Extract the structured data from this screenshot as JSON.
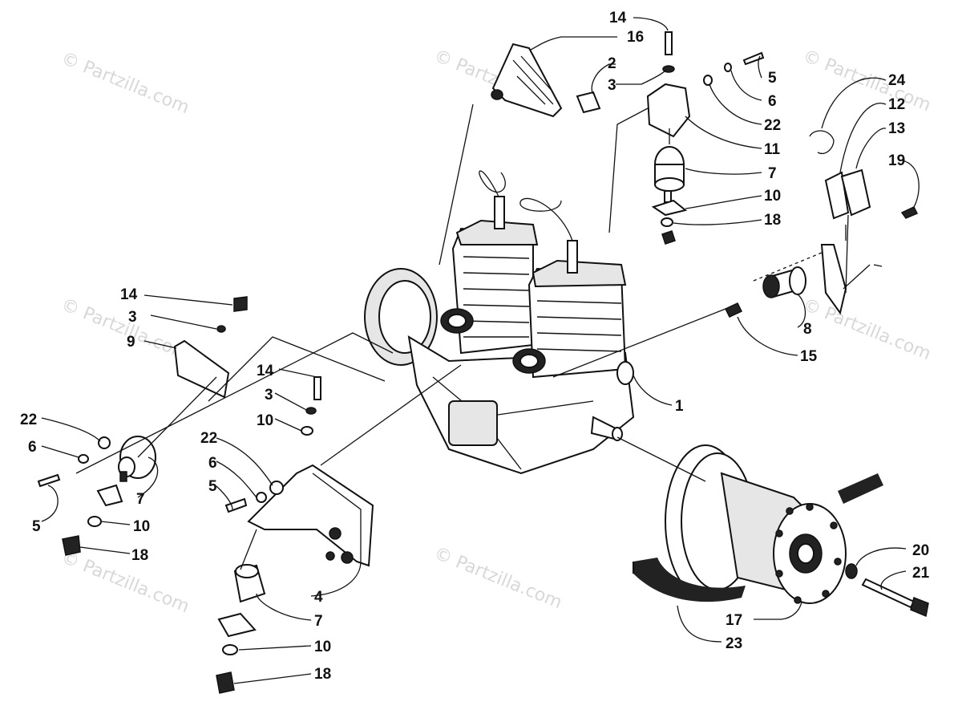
{
  "watermark": "© Partzilla.com",
  "callouts": [
    {
      "id": "c14a",
      "text": "14"
    },
    {
      "id": "c16",
      "text": "16"
    },
    {
      "id": "c2",
      "text": "2"
    },
    {
      "id": "c3a",
      "text": "3"
    },
    {
      "id": "c5a",
      "text": "5"
    },
    {
      "id": "c6a",
      "text": "6"
    },
    {
      "id": "c22a",
      "text": "22"
    },
    {
      "id": "c11",
      "text": "11"
    },
    {
      "id": "c7a",
      "text": "7"
    },
    {
      "id": "c10a",
      "text": "10"
    },
    {
      "id": "c18a",
      "text": "18"
    },
    {
      "id": "c24",
      "text": "24"
    },
    {
      "id": "c12",
      "text": "12"
    },
    {
      "id": "c13",
      "text": "13"
    },
    {
      "id": "c19",
      "text": "19"
    },
    {
      "id": "c8",
      "text": "8"
    },
    {
      "id": "c15",
      "text": "15"
    },
    {
      "id": "c1",
      "text": "1"
    },
    {
      "id": "c14b",
      "text": "14"
    },
    {
      "id": "c3b",
      "text": "3"
    },
    {
      "id": "c9",
      "text": "9"
    },
    {
      "id": "c22b",
      "text": "22"
    },
    {
      "id": "c6b",
      "text": "6"
    },
    {
      "id": "c5b",
      "text": "5"
    },
    {
      "id": "c7b",
      "text": "7"
    },
    {
      "id": "c10b",
      "text": "10"
    },
    {
      "id": "c18b",
      "text": "18"
    },
    {
      "id": "c14c",
      "text": "14"
    },
    {
      "id": "c3c",
      "text": "3"
    },
    {
      "id": "c10c",
      "text": "10"
    },
    {
      "id": "c22c",
      "text": "22"
    },
    {
      "id": "c6c",
      "text": "6"
    },
    {
      "id": "c5c",
      "text": "5"
    },
    {
      "id": "c4",
      "text": "4"
    },
    {
      "id": "c7c",
      "text": "7"
    },
    {
      "id": "c10d",
      "text": "10"
    },
    {
      "id": "c18c",
      "text": "18"
    },
    {
      "id": "c20",
      "text": "20"
    },
    {
      "id": "c21",
      "text": "21"
    },
    {
      "id": "c17",
      "text": "17"
    },
    {
      "id": "c23",
      "text": "23"
    }
  ]
}
